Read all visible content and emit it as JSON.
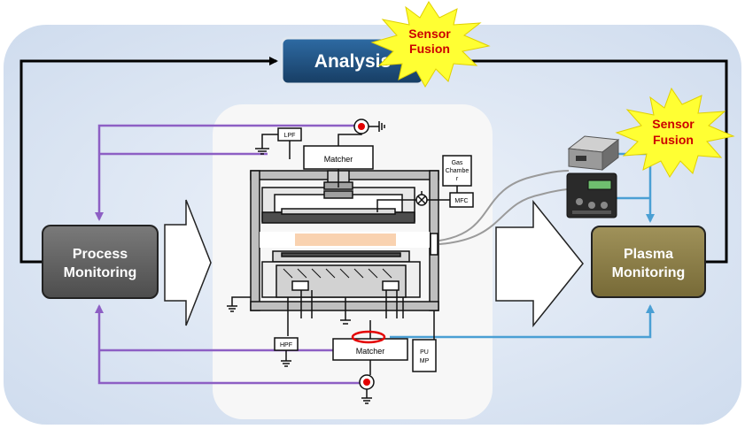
{
  "analysis": {
    "label": "Analysis"
  },
  "sensor_fusion_top": {
    "line1": "Sensor",
    "line2": "Fusion"
  },
  "sensor_fusion_right": {
    "line1": "Sensor",
    "line2": "Fusion"
  },
  "process_monitoring": {
    "line1": "Process",
    "line2": "Monitoring"
  },
  "plasma_monitoring": {
    "line1": "Plasma",
    "line2": "Monitoring"
  },
  "chamber": {
    "lpf": "LPF",
    "hpf": "HPF",
    "matcher_top": "Matcher",
    "matcher_bottom": "Matcher",
    "gas_chamber": [
      "Gas",
      "Chambe",
      "r"
    ],
    "mfc": "MFC",
    "pump": [
      "PU",
      "MP"
    ]
  },
  "colors": {
    "background_panel": "#dde8f5",
    "analysis_box": "#1f4e79",
    "process_box": "#5f5f5f",
    "plasma_box": "#8b7d45",
    "starburst": "#ffff33",
    "starburst_text": "#cc0000",
    "purple_wire": "#8d5fc4",
    "blue_wire": "#4a9fd4",
    "plasma_glow": "#f9d2b0"
  }
}
